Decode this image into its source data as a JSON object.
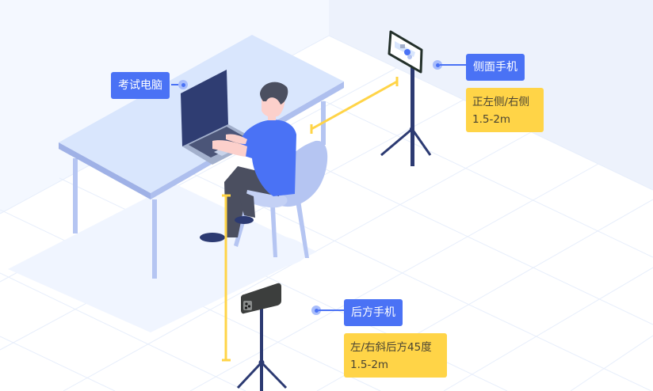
{
  "diagram": {
    "title": "",
    "colors": {
      "accent_blue": "#4a72f5",
      "note_yellow": "#ffd447",
      "measure_line": "#ffd447",
      "wall_left": "#f3f7ff",
      "wall_right": "#edf2fc",
      "floor": "#ffffff",
      "grid": "#e7eefb",
      "desk_top": "#d9e6fd",
      "desk_edge": "#9fb1e6",
      "laptop_screen": "#2f3d72",
      "shirt": "#4a72f5",
      "pants": "#4b4f60",
      "phone_back": "#3c3e3d",
      "tripod": "#2c3a72"
    },
    "labels": {
      "computer": {
        "text": "考试电脑"
      },
      "side_phone": {
        "text": "侧面手机",
        "note_line1": "正左侧/右侧",
        "note_line2": "1.5-2m"
      },
      "rear_phone": {
        "text": "后方手机",
        "note_line1": "左/右斜后方45度",
        "note_line2": "1.5-2m"
      }
    },
    "measurements": [
      {
        "id": "side-distance",
        "from": "desk",
        "to": "side-phone",
        "range": "1.5-2m"
      },
      {
        "id": "rear-distance",
        "from": "chair",
        "to": "rear-phone",
        "range": "1.5-2m"
      }
    ]
  }
}
